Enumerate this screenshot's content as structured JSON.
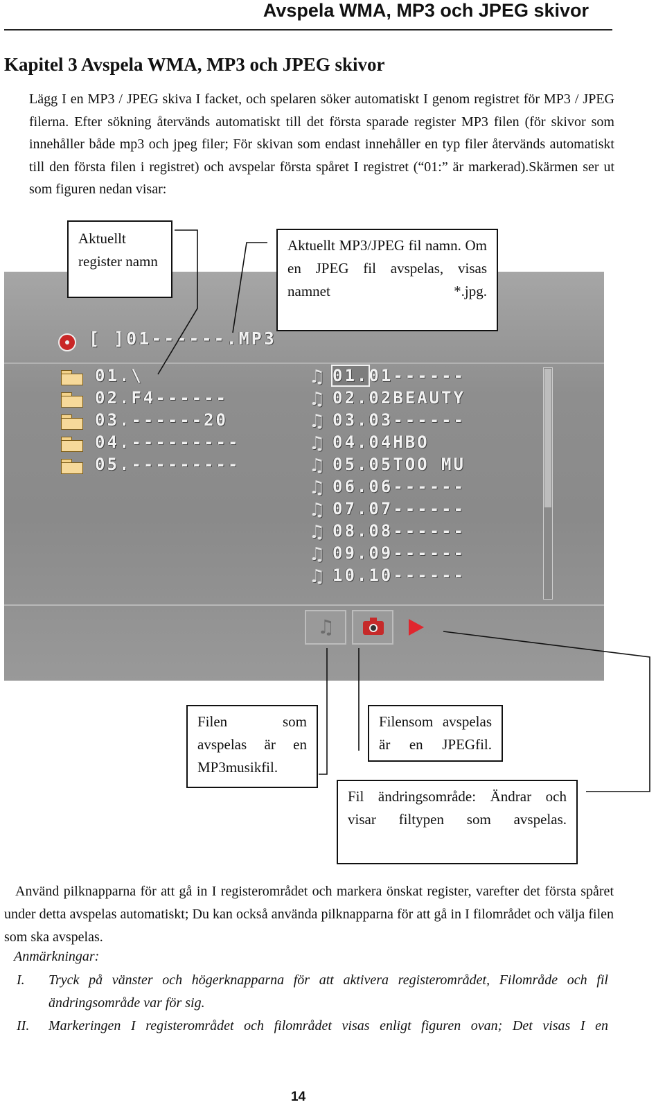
{
  "header": {
    "title": "Avspela WMA, MP3 och JPEG skivor"
  },
  "chapter_title": "Kapitel 3 Avspela WMA, MP3 och JPEG skivor",
  "intro_text": "Lägg I en MP3 / JPEG skiva I facket, och spelaren söker automatiskt I genom registret för MP3 / JPEG filerna. Efter sökning återvänds automatiskt till det första sparade register MP3 filen (för skivor som innehåller både mp3 och jpeg filer; För skivan som endast innehåller en typ filer återvänds automatiskt till den första filen i registret) och avspelar första spåret I registret (“01:” är markerad).Skärmen ser ut som figuren nedan visar:",
  "screen": {
    "path_display": "[ ]01------.MP3",
    "folders": [
      "01.\\",
      "02.F4------",
      "03.------20",
      "04.---------",
      "05.---------"
    ],
    "files": [
      {
        "num": "01.",
        "name": "01------"
      },
      {
        "num": "02.",
        "name": "02BEAUTY"
      },
      {
        "num": "03.",
        "name": "03------"
      },
      {
        "num": "04.",
        "name": "04HBO"
      },
      {
        "num": "05.",
        "name": "05TOO MU"
      },
      {
        "num": "06.",
        "name": "06------"
      },
      {
        "num": "07.",
        "name": "07------"
      },
      {
        "num": "08.",
        "name": "08------"
      },
      {
        "num": "09.",
        "name": "09------"
      },
      {
        "num": "10.",
        "name": "10------"
      }
    ]
  },
  "callouts": {
    "current_register": "Aktuellt register namn",
    "current_file": "Aktuellt MP3/JPEG fil namn. Om en JPEG fil avspelas, visas namnet *.jpg.",
    "mp3_file": "Filen som avspelas är en MP3musikfil.",
    "jpeg_file": "Filensom avspelas är en JPEGfil.",
    "change_area": "Fil ändringsområde: Ändrar och visar filtypen som avspelas."
  },
  "body_text": "Använd pilknapparna för att gå in I registerområdet och markera önskat register, varefter det första spåret under detta avspelas automatiskt; Du kan också använda pilknapparna för att gå in I filområdet och välja filen som ska avspelas.",
  "notes": {
    "heading": "Anmärkningar:",
    "items": [
      {
        "num": "I.",
        "text": "Tryck på vänster och högerknapparna för att aktivera registerområdet, Filområde och fil ändringsområde var för sig."
      },
      {
        "num": "II.",
        "text": "Markeringen I registerområdet och filområdet visas enligt figuren ovan; Det visas I en"
      }
    ]
  },
  "page_number": "14"
}
